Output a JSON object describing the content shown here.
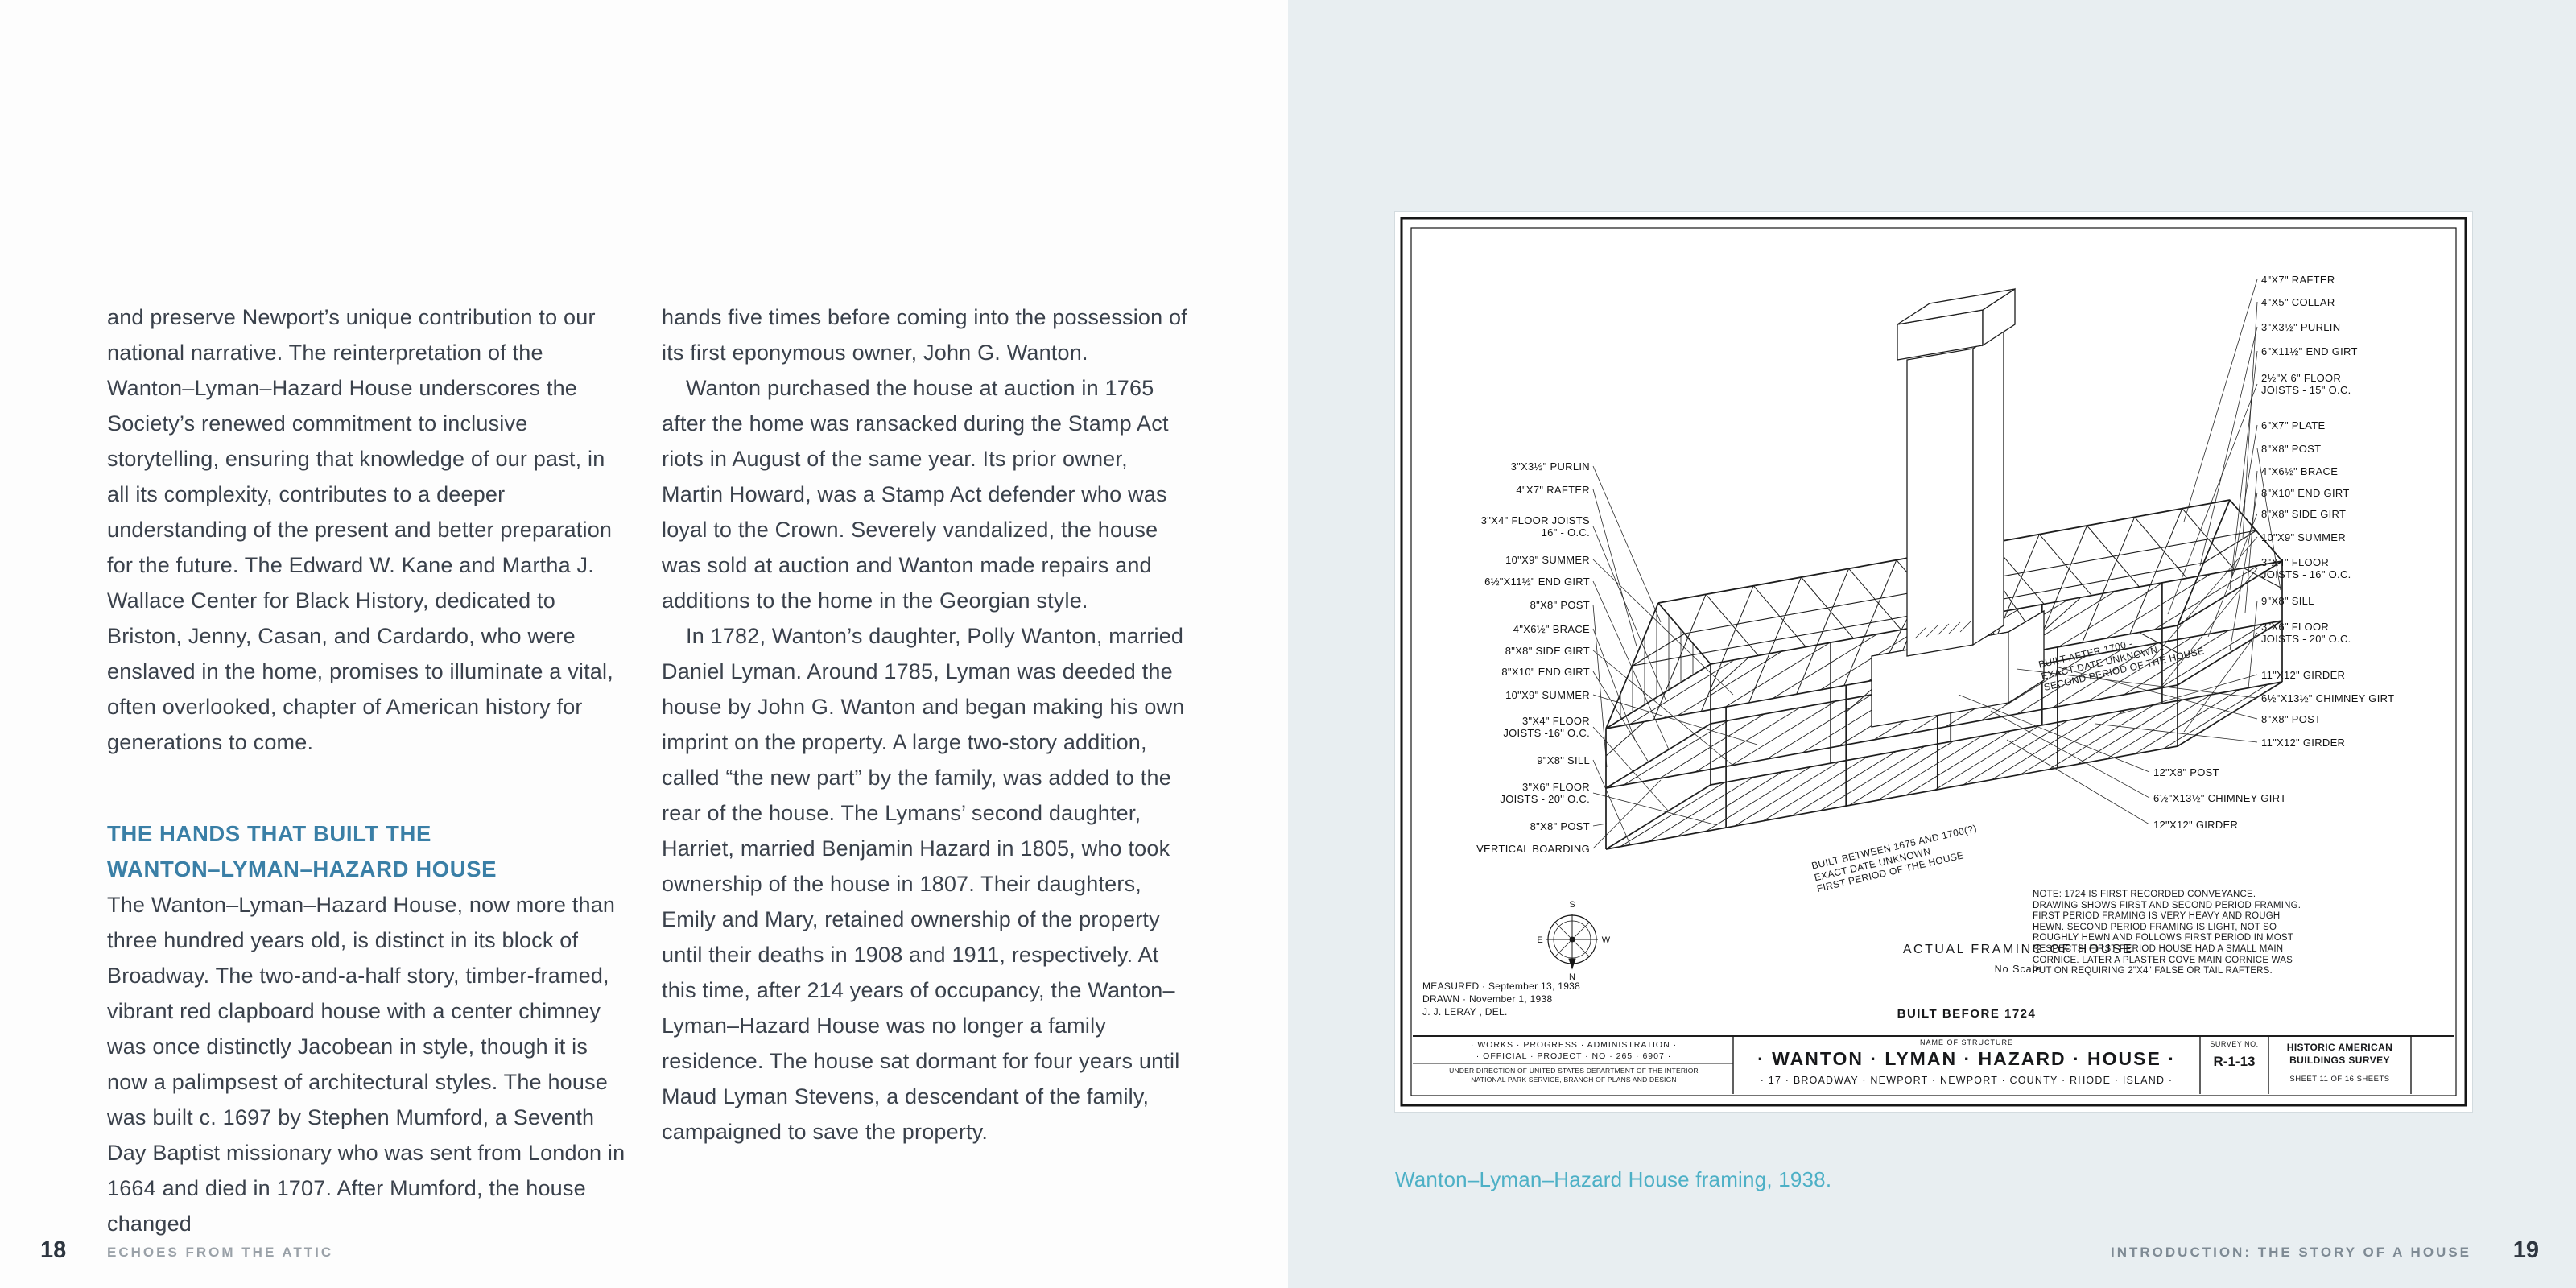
{
  "colors": {
    "heading_accent": "#3a7fa6",
    "caption_accent": "#4db0c6",
    "body_text": "#3a414b",
    "right_page_bg": "#e8eef1",
    "drawing_ink": "#141414"
  },
  "left_page": {
    "col1": {
      "para1": "and preserve Newport’s unique contribution to our national narrative. The reinterpretation of the Wanton–Lyman–Hazard House underscores the Society’s renewed commitment to inclusive storytelling, ensuring that knowledge of our past, in all its complexity, contributes to a deeper understanding of the present and better preparation for the future. The Edward W. Kane and Martha J. Wallace Center for Black History, dedicated to Briston, Jenny, Casan, and Cardardo, who were enslaved in the home, promises to illuminate a vital, often overlooked, chapter of American history for generations to come.",
      "heading_line1": "THE HANDS THAT BUILT THE",
      "heading_line2": "WANTON–LYMAN–HAZARD HOUSE",
      "para2": "The Wanton–Lyman–Hazard House, now more than three hundred years old, is distinct in its block of Broadway. The two-and-a-half story, timber-framed, vibrant red clapboard house with a center chimney was once distinctly Jacobean in style, though it is now a palimpsest of architectural styles. The house was built c. 1697 by Stephen Mumford, a Seventh Day Baptist missionary who was sent from London in 1664 and died in 1707. After Mumford, the house changed"
    },
    "col2": {
      "para1": "hands five times before coming into the possession of its first eponymous owner, John G. Wanton.",
      "para2": "Wanton purchased the house at auction in 1765 after the home was ransacked during the Stamp Act riots in August of the same year. Its prior owner, Martin Howard, was a Stamp Act defender who was loyal to the Crown. Severely vandalized, the house was sold at auction and Wanton made repairs and additions to the home in the Georgian style.",
      "para3": "In 1782, Wanton’s daughter, Polly Wanton, married Daniel Lyman. Around 1785, Lyman was deeded the house by John G. Wanton and began making his own imprint on the property. A large two-story addition, called “the new part” by the family, was added to the rear of the house. The Lymans’ second daughter, Harriet, married Benjamin Hazard in 1805, who took ownership of the house in 1807. Their daughters, Emily and Mary, retained ownership of the property until their deaths in 1908 and 1911, respectively. At this time, after 214 years of occupancy, the Wanton–Lyman–Hazard House was no longer a family residence. The house sat dormant for four years until Maud Lyman Stevens, a descendant of the family, campaigned to save the property."
    },
    "footer": {
      "page_number": "18",
      "running_title": "ECHOES FROM THE ATTIC"
    }
  },
  "right_page": {
    "caption": "Wanton–Lyman–Hazard House framing, 1938.",
    "footer": {
      "running_title": "INTRODUCTION: THE STORY OF A HOUSE",
      "page_number": "19"
    },
    "sheet": {
      "labels_left": [
        "3\"X3½\" PURLIN",
        "4\"X7\" RAFTER",
        "3\"X4\" FLOOR JOISTS\n16\" - O.C.",
        "10\"X9\" SUMMER",
        "6½\"X11½\" END GIRT",
        "8\"X8\" POST",
        "4\"X6½\" BRACE",
        "8\"X8\" SIDE GIRT",
        "8\"X10\" END GIRT",
        "10\"X9\" SUMMER",
        "3\"X4\" FLOOR\nJOISTS -16\" O.C.",
        "9\"X8\" SILL",
        "3\"X6\" FLOOR\nJOISTS - 20\" O.C.",
        "8\"X8\" POST",
        "VERTICAL BOARDING"
      ],
      "labels_right": [
        "4\"X7\" RAFTER",
        "4\"X5\" COLLAR",
        "3\"X3½\" PURLIN",
        "6\"X11½\" END GIRT",
        "2½\"X 6\" FLOOR\nJOISTS - 15\" O.C.",
        "6\"X7\" PLATE",
        "8\"X8\" POST",
        "4\"X6½\" BRACE",
        "8\"X10\" END GIRT",
        "8\"X8\" SIDE GIRT",
        "10\"X9\" SUMMER",
        "3\"X4\" FLOOR\nJOISTS - 16\" O.C.",
        "9\"X8\" SILL",
        "3\"X6\" FLOOR\nJOISTS - 20\" O.C.",
        "11\"X12\" GIRDER",
        "6½\"X13½\" CHIMNEY GIRT",
        "8\"X8\" POST",
        "11\"X12\" GIRDER",
        "12\"X8\" POST",
        "6½\"X13½\" CHIMNEY GIRT",
        "12\"X12\" GIRDER"
      ],
      "diagonal_note_upper": "BUILT AFTER 1700 -\nEXACT DATE UNKNOWN -\nSECOND PERIOD OF THE HOUSE",
      "diagonal_note_lower": "BUILT BETWEEN 1675 AND 1700(?)\nEXACT DATE UNKNOWN\nFIRST PERIOD OF THE HOUSE",
      "scale_title": "ACTUAL FRAMING OF HOUSE",
      "scale_sub": "No Scale",
      "built_before": "BUILT BEFORE 1724",
      "note": "NOTE: 1724 IS FIRST RECORDED CONVEYANCE.\nDRAWING SHOWS FIRST AND SECOND PERIOD FRAMING.\nFIRST PERIOD FRAMING IS VERY HEAVY AND ROUGH\nHEWN. SECOND PERIOD FRAMING IS LIGHT, NOT SO\nROUGHLY HEWN AND FOLLOWS FIRST PERIOD IN MOST\nRESPECTS. FIRST PERIOD HOUSE HAD A SMALL MAIN\nCORNICE. LATER A PLASTER COVE MAIN CORNICE WAS\nPUT ON REQUIRING 2\"X4\" FALSE OR TAIL RAFTERS.",
      "measured": "MEASURED · September 13, 1938\nDRAWN · November 1, 1938\nJ. J. LERAY , DEL.",
      "title_block": {
        "wpa_line1": "· WORKS · PROGRESS · ADMINISTRATION ·",
        "wpa_line2": "· OFFICIAL · PROJECT · NO · 265 · 6907 ·",
        "interior_line": "UNDER DIRECTION OF UNITED STATES DEPARTMENT OF THE INTERIOR\nNATIONAL PARK SERVICE, BRANCH OF PLANS AND DESIGN",
        "name_of_structure_label": "NAME OF STRUCTURE",
        "structure_name": "· WANTON · LYMAN · HAZARD · HOUSE ·",
        "address": "· 17 · BROADWAY · NEWPORT · NEWPORT · COUNTY · RHODE · ISLAND ·",
        "survey_label": "SURVEY NO.",
        "survey_no": "R-1-13",
        "habs_line1": "HISTORIC AMERICAN",
        "habs_line2": "BUILDINGS SURVEY",
        "sheet_line": "SHEET 11 OF 16 SHEETS"
      },
      "compass": {
        "n": "N",
        "s": "S",
        "e": "E",
        "w": "W"
      }
    }
  }
}
